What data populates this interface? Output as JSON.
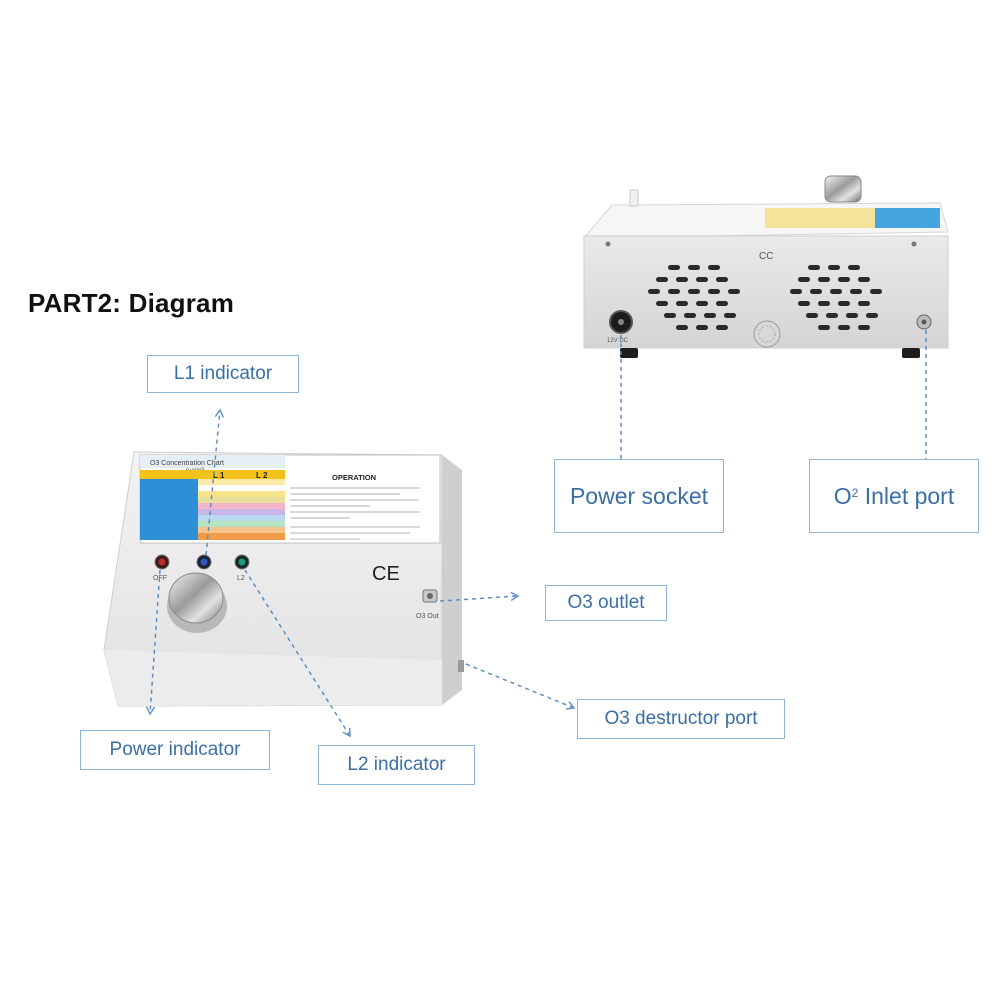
{
  "heading": "PART2: Diagram",
  "labels": {
    "l1": "L1 indicator",
    "power_indicator": "Power indicator",
    "l2": "L2 indicator",
    "o3_outlet": "O3 outlet",
    "o3_destructor": "O3 destructor port",
    "power_socket": "Power socket",
    "o2_inlet_base": "O",
    "o2_inlet_sup": "2",
    "o2_inlet_rest": " Inlet port"
  },
  "device_front": {
    "chart_title": "O3 Concentration Chart",
    "chart_unit": "(μg/ml)",
    "col_l1": "L 1",
    "col_l2": "L 2",
    "operation_title": "OPERATION",
    "ce_mark": "CE",
    "off_label": "OFF",
    "l2_label": "L2",
    "o3_out_label": "O3  Out"
  },
  "device_back": {
    "dc_label": "12V DC",
    "mark": "CC"
  },
  "colors": {
    "label_border": "#8eb4d6",
    "label_text": "#3a6fa6",
    "arrow": "#5b8fc4"
  }
}
